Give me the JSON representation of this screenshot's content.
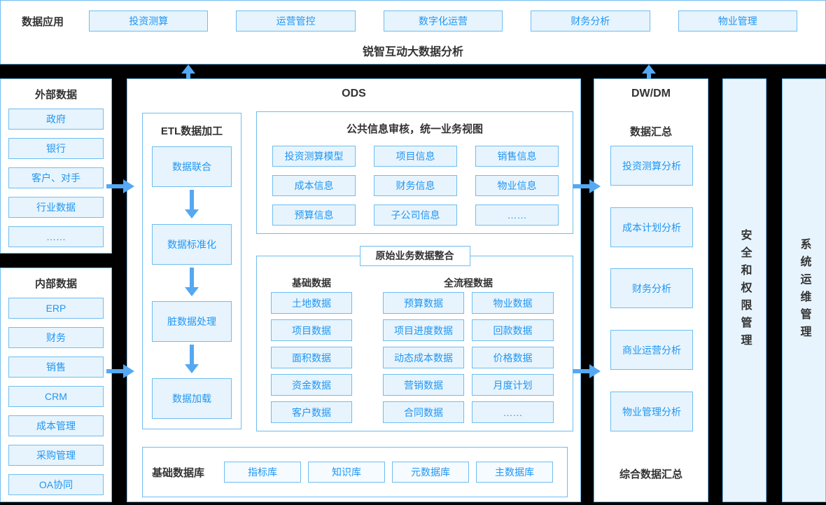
{
  "colors": {
    "accent_blue": "#2196f3",
    "border_blue": "#6ebdf1",
    "node_fill": "#e7f4fd",
    "node_fill_light": "#f5fbff",
    "arrow_blue": "#55a8f2",
    "divider": "#000000",
    "text_dark": "#333333"
  },
  "banner": {
    "label": "数据应用",
    "buttons": [
      "投资测算",
      "运营管控",
      "数字化运营",
      "财务分析",
      "物业管理"
    ],
    "title": "锐智互动大数据分析"
  },
  "external": {
    "title": "外部数据",
    "items": [
      "政府",
      "银行",
      "客户、对手",
      "行业数据",
      "……"
    ]
  },
  "internal": {
    "title": "内部数据",
    "items": [
      "ERP",
      "财务",
      "销售",
      "CRM",
      "成本管理",
      "采购管理",
      "OA协同"
    ]
  },
  "ods": {
    "title": "ODS",
    "etl": {
      "title": "ETL数据加工",
      "steps": [
        "数据联合",
        "数据标准化",
        "脏数据处理",
        "数据加载"
      ]
    },
    "common_info": {
      "title": "公共信息审核，统一业务视图",
      "items": [
        "投资测算模型",
        "项目信息",
        "销售信息",
        "成本信息",
        "财务信息",
        "物业信息",
        "预算信息",
        "子公司信息",
        "……"
      ]
    },
    "raw_business": {
      "title": "原始业务数据整合",
      "base_header": "基础数据",
      "flow_header": "全流程数据",
      "base_items": [
        "土地数据",
        "项目数据",
        "面积数据",
        "资金数据",
        "客户数据"
      ],
      "flow_items_left": [
        "预算数据",
        "项目进度数据",
        "动态成本数据",
        "营销数据",
        "合同数据"
      ],
      "flow_items_right": [
        "物业数据",
        "回款数据",
        "价格数据",
        "月度计划",
        "……"
      ]
    },
    "base_db": {
      "label": "基础数据库",
      "items": [
        "指标库",
        "知识库",
        "元数据库",
        "主数据库"
      ]
    }
  },
  "dwdm": {
    "title": "DW/DM",
    "subtitle": "数据汇总",
    "items": [
      "投资测算分析",
      "成本计划分析",
      "财务分析",
      "商业运营分析",
      "物业管理分析"
    ],
    "footer": "综合数据汇总"
  },
  "sidebars": {
    "security": "安全和权限管理",
    "sysops": "系统运维管理"
  }
}
